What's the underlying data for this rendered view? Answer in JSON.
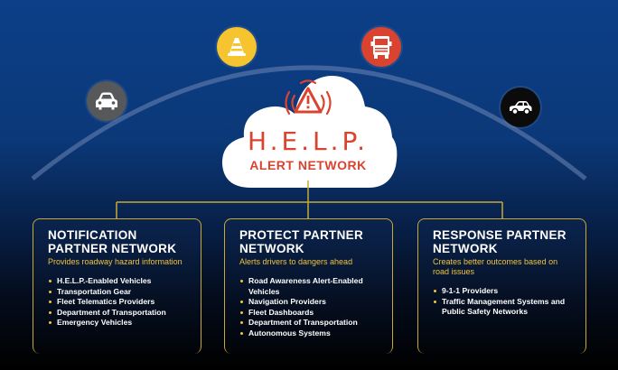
{
  "colors": {
    "accent_gold": "#c9a934",
    "bullet_yellow": "#f1c33e",
    "alert_red": "#d9432f",
    "node_gray": "#57585a",
    "node_yellow": "#f6c42f",
    "node_red": "#d9432f",
    "node_black": "#0b0b0b"
  },
  "hub": {
    "title": "H.E.L.P.",
    "subtitle": "ALERT NETWORK",
    "icon": "warning-triangle-broadcast-icon"
  },
  "arc_nodes": [
    {
      "icon": "car-front-icon",
      "color": "#57585a"
    },
    {
      "icon": "traffic-cone-icon",
      "color": "#f6c42f"
    },
    {
      "icon": "truck-front-icon",
      "color": "#d9432f"
    },
    {
      "icon": "car-side-icon",
      "color": "#0b0b0b"
    }
  ],
  "cards": [
    {
      "title": "NOTIFICATION\nPARTNER NETWORK",
      "description": "Provides roadway hazard information",
      "items": [
        "H.E.L.P.-Enabled Vehicles",
        "Transportation Gear",
        "Fleet Telematics Providers",
        "Department of Transportation",
        "Emergency Vehicles"
      ]
    },
    {
      "title": "PROTECT PARTNER\nNETWORK",
      "description": "Alerts drivers to dangers ahead",
      "items": [
        "Road Awareness Alert-Enabled Vehicles",
        "Navigation Providers",
        "Fleet Dashboards",
        "Department of Transportation",
        "Autonomous Systems"
      ]
    },
    {
      "title": "RESPONSE PARTNER\nNETWORK",
      "description": "Creates better outcomes based on road issues",
      "items": [
        "9-1-1 Providers",
        "Traffic Management Systems and Public Safety Networks"
      ]
    }
  ]
}
